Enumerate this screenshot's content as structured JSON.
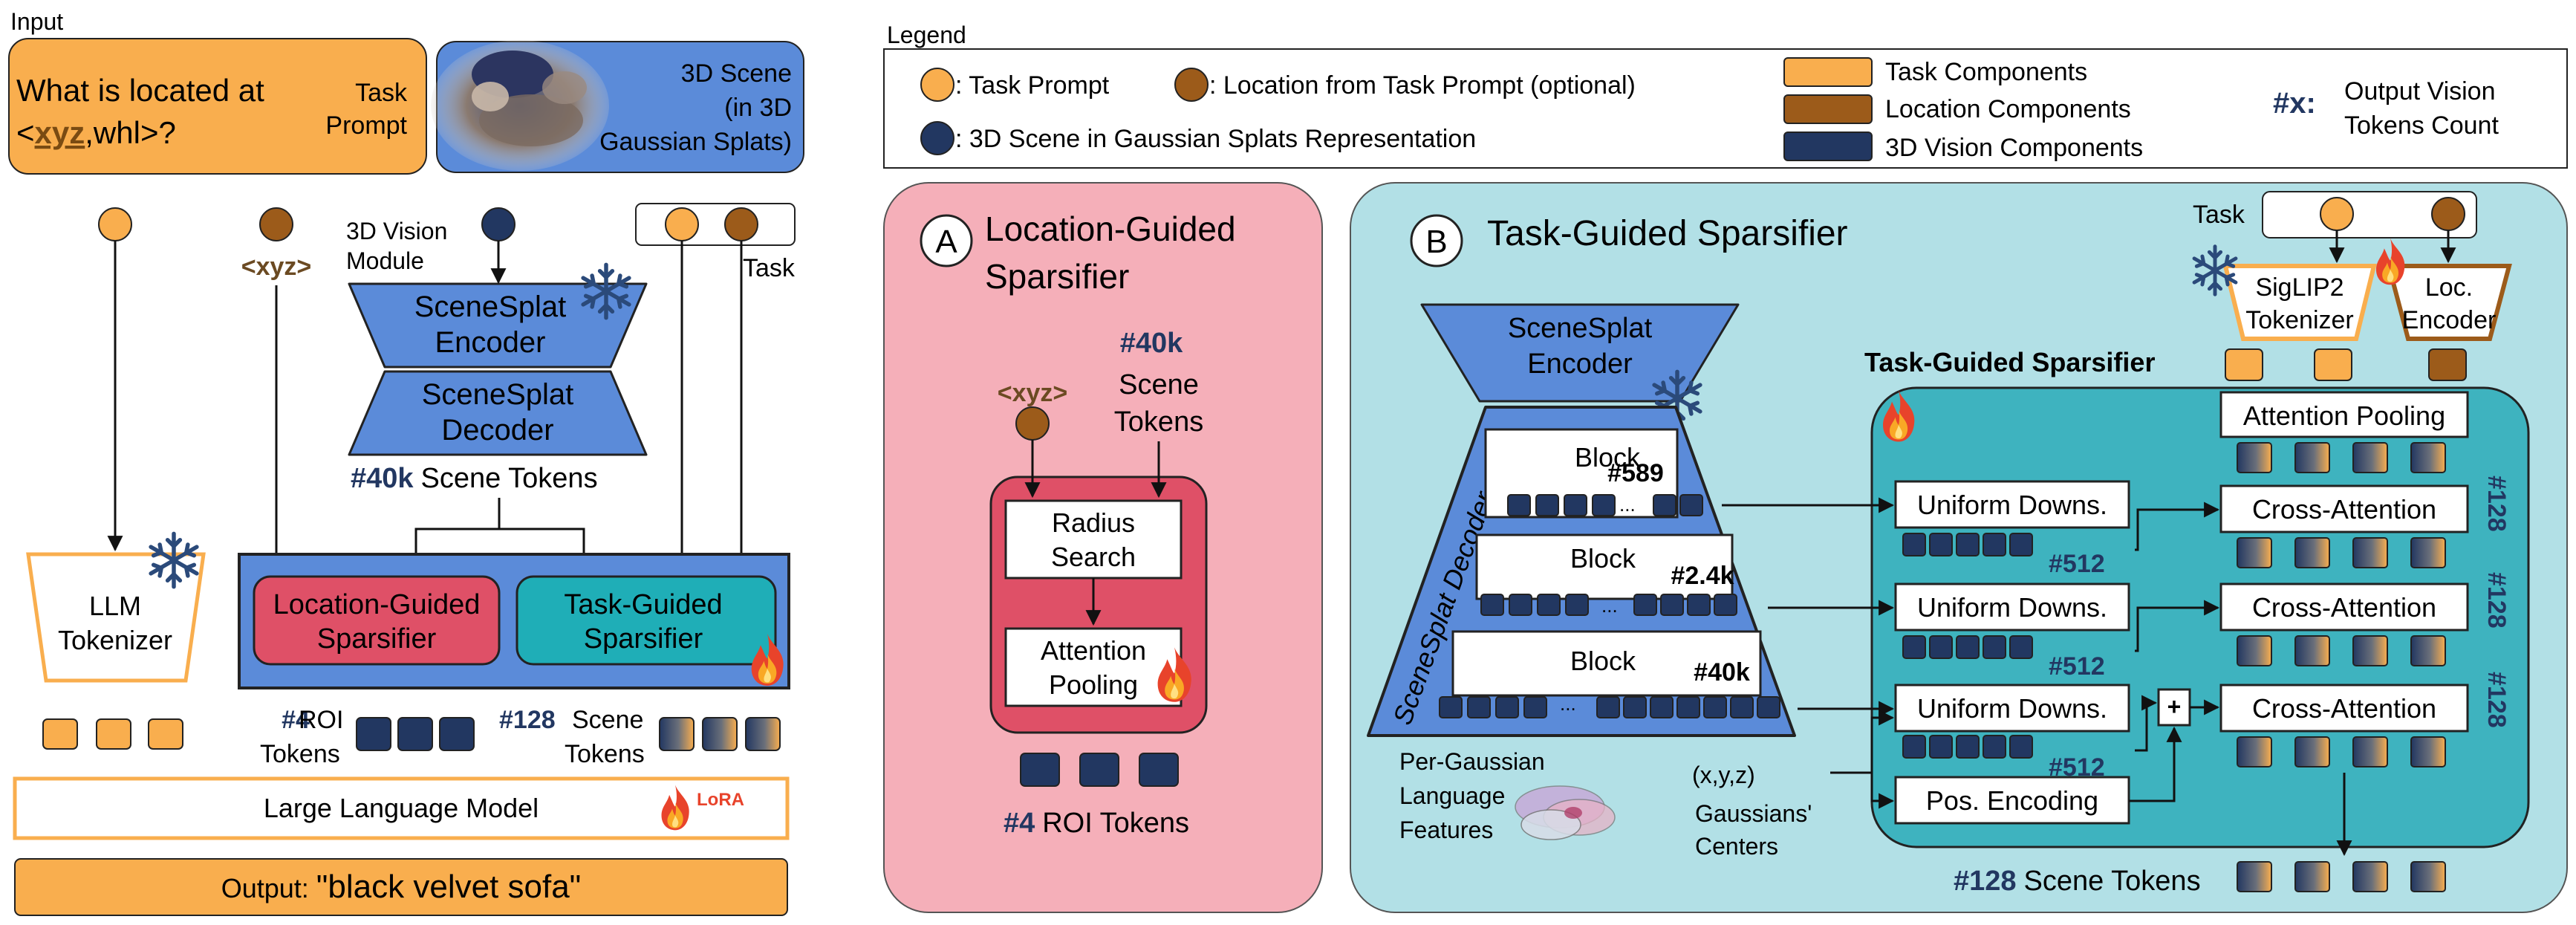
{
  "colors": {
    "orange": "#F9AE4E",
    "brown": "#9C5B1A",
    "navy": "#223761",
    "scene_blue": "#5B8BD9",
    "location_red": "#DF5067",
    "teal": "#1FAEB7",
    "panel_a_bg": "#F5AFB9",
    "panel_b_bg": "#B2E0E6",
    "legend_bg": "#FFFFFF",
    "xyz_brown": "#6B4A22"
  },
  "icons": {
    "frozen": "snowflake-icon",
    "trainable": "flame-icon"
  },
  "input": {
    "header": "Input",
    "question_prefix": "What is located at",
    "question_open": "<",
    "question_xyz": "xyz",
    "question_rest": ",whl>?",
    "task_prompt_tag": [
      "Task",
      "Prompt"
    ],
    "scene_tag": [
      "3D Scene",
      "(in 3D",
      "Gaussian Splats)"
    ]
  },
  "left": {
    "xyz_label": "<xyz>",
    "vision_module": [
      "3D Vision",
      "Module"
    ],
    "task_label": "Task",
    "encoder": [
      "SceneSplat",
      "Encoder"
    ],
    "decoder": [
      "SceneSplat",
      "Decoder"
    ],
    "scene_count": "#40k",
    "scene_tokens": "Scene Tokens",
    "llm_tokenizer": [
      "LLM",
      "Tokenizer"
    ],
    "location_sparsifier": [
      "Location-Guided",
      "Sparsifier"
    ],
    "task_sparsifier": [
      "Task-Guided",
      "Sparsifier"
    ],
    "roi_count": "#4",
    "roi_tokens": [
      "ROI",
      "Tokens"
    ],
    "scene_token_count": "#128",
    "scene_tokens_label": [
      "Scene",
      "Tokens"
    ],
    "llm": "Large Language Model",
    "lora": "LoRA",
    "output_prefix": "Output: ",
    "output_value": "\"black velvet sofa\""
  },
  "legend": {
    "title": "Legend",
    "task_prompt": ": Task Prompt",
    "location": ": Location from Task Prompt (optional)",
    "scene": ": 3D Scene in Gaussian Splats Representation",
    "task_components": "Task Components",
    "location_components": "Location Components",
    "vision_components": "3D Vision Components",
    "count_key": "#x:",
    "count_desc": [
      "Output Vision",
      "Tokens Count"
    ]
  },
  "panel_a": {
    "letter": "A",
    "title": [
      "Location-Guided",
      "Sparsifier"
    ],
    "xyz": "<xyz>",
    "count": "#40k",
    "scene_tokens": [
      "Scene",
      "Tokens"
    ],
    "radius_search": [
      "Radius",
      "Search"
    ],
    "attention_pooling": [
      "Attention",
      "Pooling"
    ],
    "roi_count": "#4",
    "roi_label": "ROI Tokens"
  },
  "panel_b": {
    "letter": "B",
    "title": "Task-Guided Sparsifier",
    "encoder": [
      "SceneSplat",
      "Encoder"
    ],
    "decoder_label": "SceneSplat Decoder",
    "block": "Block",
    "block_counts": [
      "#589",
      "#2.4k",
      "#40k"
    ],
    "ellipsis": "...",
    "per_gaussian": [
      "Per-Gaussian",
      "Language",
      "Features"
    ],
    "xyz_centers": "(x,y,z)",
    "gaussians_centers": [
      "Gaussians'",
      "Centers"
    ],
    "task_label": "Task",
    "siglip": [
      "SigLIP2",
      "Tokenizer"
    ],
    "loc_encoder": [
      "Loc.",
      "Encoder"
    ],
    "inner_title": "Task-Guided Sparsifier",
    "attention_pooling": "Attention Pooling",
    "uniform_downs": "Uniform Downs.",
    "cross_attention": "Cross-Attention",
    "pos_encoding": "Pos. Encoding",
    "plus": "+",
    "count_512": "#512",
    "count_128": "#128",
    "final_count": "#128",
    "final_label": "Scene Tokens"
  }
}
